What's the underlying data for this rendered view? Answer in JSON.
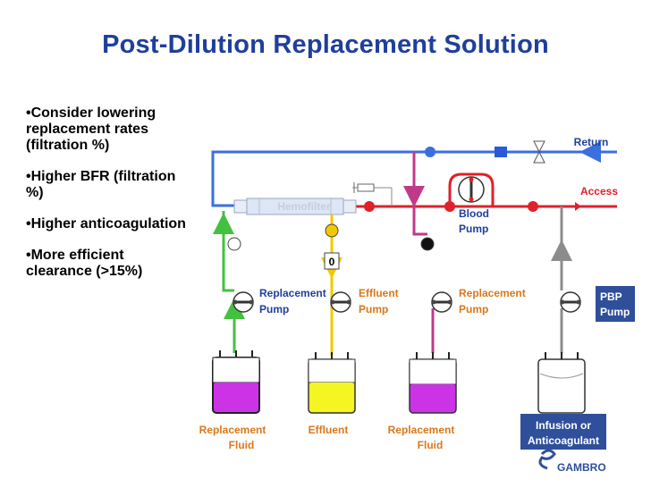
{
  "title": "Post-Dilution Replacement Solution",
  "bullets": [
    "•Consider lowering replacement rates (filtration %)",
    "•Higher BFR (filtration %)",
    "•Higher anticoagulation",
    "•More efficient clearance (>15%)"
  ],
  "labels": {
    "return": "Return",
    "access": "Access",
    "hemofilter": "Hemofilter",
    "blood_pump_1": "Blood",
    "blood_pump_2": "Pump",
    "rep_pump_left_1": "Replacement",
    "rep_pump_left_2": "Pump",
    "effluent_pump_1": "Effluent",
    "effluent_pump_2": "Pump",
    "rep_pump_right_1": "Replacement",
    "rep_pump_right_2": "Pump",
    "pbp_pump_1": "PBP",
    "pbp_pump_2": "Pump",
    "rep_fluid_left_1": "Replacement",
    "rep_fluid_left_2": "Fluid",
    "effluent": "Effluent",
    "rep_fluid_right_1": "Replacement",
    "rep_fluid_right_2": "Fluid",
    "infusion_1": "Infusion or",
    "infusion_2": "Anticoagulant",
    "detector_symbol": "0",
    "logo": "GAMBRO"
  },
  "colors": {
    "title": "#1f3f9a",
    "return_line": "#3a6fe0",
    "access_line": "#e0202a",
    "replacement_line": "#44c040",
    "effluent_line": "#f2c800",
    "post_replacement_line": "#c03a8a",
    "pbp_line": "#8c8c8c",
    "label_orange": "#d9781a",
    "label_blue": "#1f3f9a",
    "replacement_fluid": "#cc33e6",
    "effluent_fluid": "#f5f522",
    "pbp_box": "#2f4f9a"
  }
}
